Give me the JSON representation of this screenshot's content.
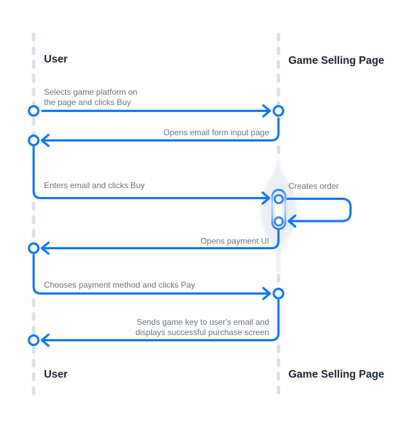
{
  "participants": {
    "left": {
      "name": "User"
    },
    "right": {
      "name": "Game Selling Page"
    }
  },
  "messages": [
    {
      "id": "select-platform",
      "from": "user",
      "to": "page",
      "lines": [
        "Selects game platform on",
        "the page and clicks Buy"
      ]
    },
    {
      "id": "open-email-form",
      "from": "page",
      "to": "user",
      "lines": [
        "Opens email form input page"
      ]
    },
    {
      "id": "enter-email",
      "from": "user",
      "to": "page",
      "lines": [
        "Enters email and clicks Buy"
      ]
    },
    {
      "id": "create-order",
      "from": "page",
      "to": "page",
      "lines": [
        "Creates order"
      ]
    },
    {
      "id": "open-payment-ui",
      "from": "page",
      "to": "user",
      "lines": [
        "Opens payment UI"
      ]
    },
    {
      "id": "choose-payment",
      "from": "user",
      "to": "page",
      "lines": [
        "Chooses payment method and clicks Pay"
      ]
    },
    {
      "id": "send-game-key",
      "from": "page",
      "to": "user",
      "lines": [
        "Sends game key to user's email and",
        "displays successful purchase screen"
      ]
    }
  ],
  "colors": {
    "arrow": "#1476F2",
    "lifeline": "#DBE2E9",
    "message_text": "#6A7380",
    "participant_text": "#1B2530",
    "activation_glow": "#ECF0F6",
    "background": "#FFFFFF"
  }
}
